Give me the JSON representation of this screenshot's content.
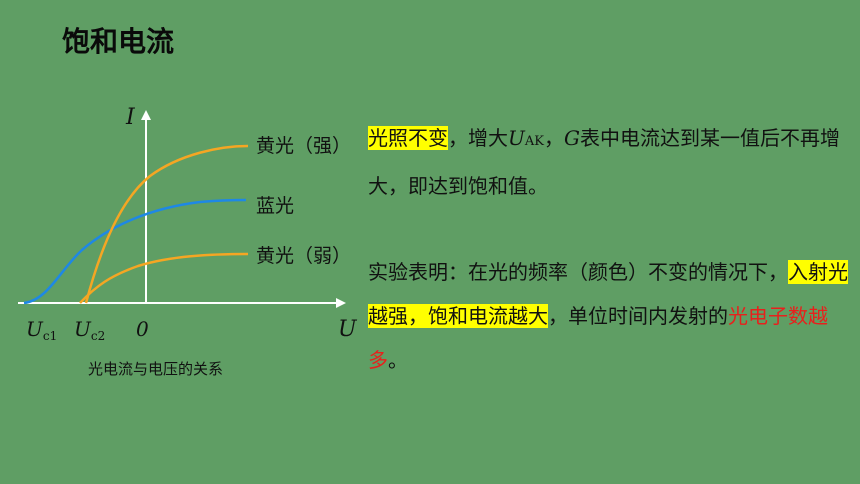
{
  "title": "饱和电流",
  "figure": {
    "caption": "光电流与电压的关系",
    "y_axis_label": "I",
    "x_axis_label": "U",
    "origin_label": "0",
    "uc1_main": "U",
    "uc1_sub": "c1",
    "uc2_main": "U",
    "uc2_sub": "c2",
    "curve_labels": {
      "yellow_strong": "黄光（强）",
      "blue": "蓝光",
      "yellow_weak": "黄光（弱）"
    },
    "colors": {
      "yellow_curve": "#f5a623",
      "blue_curve": "#1e88e5",
      "axis": "#ffffff"
    }
  },
  "para1": {
    "highlight": "光照不变",
    "t1": "，增大",
    "var_main": "U",
    "var_sub": "AK",
    "t2": "，",
    "var_g": "G",
    "t3": "表中电流达到某一值后不再增大，即达到饱和值。"
  },
  "para2": {
    "t1": "实验表明：在光的频率（颜色）不变的情况下，",
    "highlight": "入射光越强，饱和电流越大",
    "t2": "，单位时间内发射的",
    "red": "光电子数越多",
    "t3": "。"
  },
  "colors": {
    "background": "#5f9e64",
    "highlight": "#ffff00",
    "emphasis_red": "#e8201c"
  }
}
